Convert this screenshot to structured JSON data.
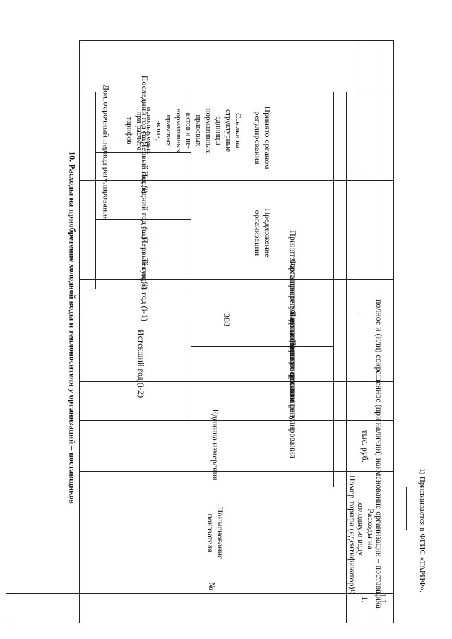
{
  "page_number": "388",
  "section_title": "10. Расходы на приобретение холодной воды и теплоносителя у организаций – поставщиков",
  "header": {
    "num": "№",
    "indicator": "Наименование показателя",
    "unit": "Единица измерения",
    "expired_year": "Истекший год (i-2)",
    "current_year": "Текущий год (i-1)",
    "long_term": "Долгосрочный период регулирования",
    "references": "Ссылки на структурные единицы нормативных правовых актов и не-нормативных правовых актов, используемых при расчете тарифов"
  },
  "subheaders": {
    "accepted_by_regulator": "Принято органом регулирования",
    "fact_org_data": "Факт по данным организации",
    "fact_accepted_regulator": "Факт, принятый органом регулирования",
    "current_accepted": "Принято органом регулирования",
    "first_year_1": "Первый год (i)",
    "ellipsis_1": "<...>",
    "last_year_1": "Последний год (m)",
    "first_year_2": "Первый год (i)",
    "ellipsis_2": "<...>",
    "last_year_2": "Последний год (m)",
    "org_proposal": "Предложение организации",
    "regulator_accepted": "Принято органом регулирования"
  },
  "rows": {
    "tariff_number": "Номер тарифа (идентификатор)",
    "tariff_footnote_mark": "1)",
    "row1_num": "1.",
    "row1_label": "Расходы на холодную воду",
    "row1_unit": "тыс. руб.",
    "row11_num": "1.1.",
    "row11_label": "полное и (или) сокращенное (при наличии) наименование организации – поставщика"
  },
  "footnote": "1) Присваивается в ФГИС «ТАРИФ»."
}
